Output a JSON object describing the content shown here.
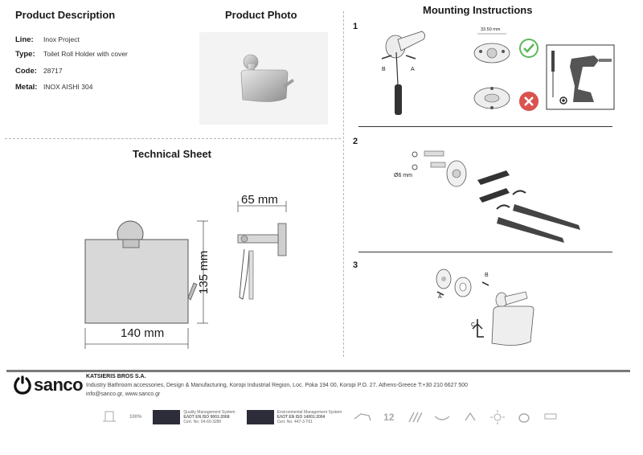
{
  "headings": {
    "product_description": "Product Description",
    "product_photo": "Product Photo",
    "mounting_instructions": "Mounting Instructions",
    "technical_sheet": "Technical Sheet"
  },
  "specs": [
    {
      "label": "Line:",
      "value": "Inox Project"
    },
    {
      "label": "Type:",
      "value": "Toilet Roll Holder with cover"
    },
    {
      "label": "Code:",
      "value": "28717"
    },
    {
      "label": "Metal:",
      "value": "INOX AISHI 304"
    }
  ],
  "dimensions": {
    "depth": "65 mm",
    "height": "135 mm",
    "width": "140 mm"
  },
  "steps": {
    "s1": "1",
    "s2": "2",
    "s3": "3",
    "s1_label_a": "A",
    "s1_label_b": "B",
    "s1_plate_dim": "33.50 mm",
    "s2_drill": "Ø6 mm",
    "s3_label_a": "A",
    "s3_label_b": "B",
    "s3_label_c": "C"
  },
  "footer": {
    "logo_text": "sanco",
    "company": "KATSIERIS BROS S.A.",
    "address": "Industry Bathroom accessories, Design & Manufacturing, Koropi Industrial Region, Loc. Poka 194 00, Koropi P.O. 27. Athens-Greece   T:+30 210 6627 500",
    "contact": "info@sanco.gr, www.sanco.gr",
    "cert_quality_1": "Quality Management System",
    "cert_quality_2": "ΕΛΟΤ EN ISO 9001:2008",
    "cert_quality_3": "Cert. No: 04-60-3280",
    "cert_env_1": "Environmental Management System",
    "cert_env_2": "ΕΛΟΤ EN ISO 14001:2004",
    "cert_env_3": "Cert. No: 447-3-T61",
    "badge_100": "100%",
    "badge_12": "12"
  },
  "colors": {
    "accept": "#5cb85c",
    "reject": "#d9534f",
    "text": "#1a1a1a",
    "metal": "#bdbdbd"
  }
}
